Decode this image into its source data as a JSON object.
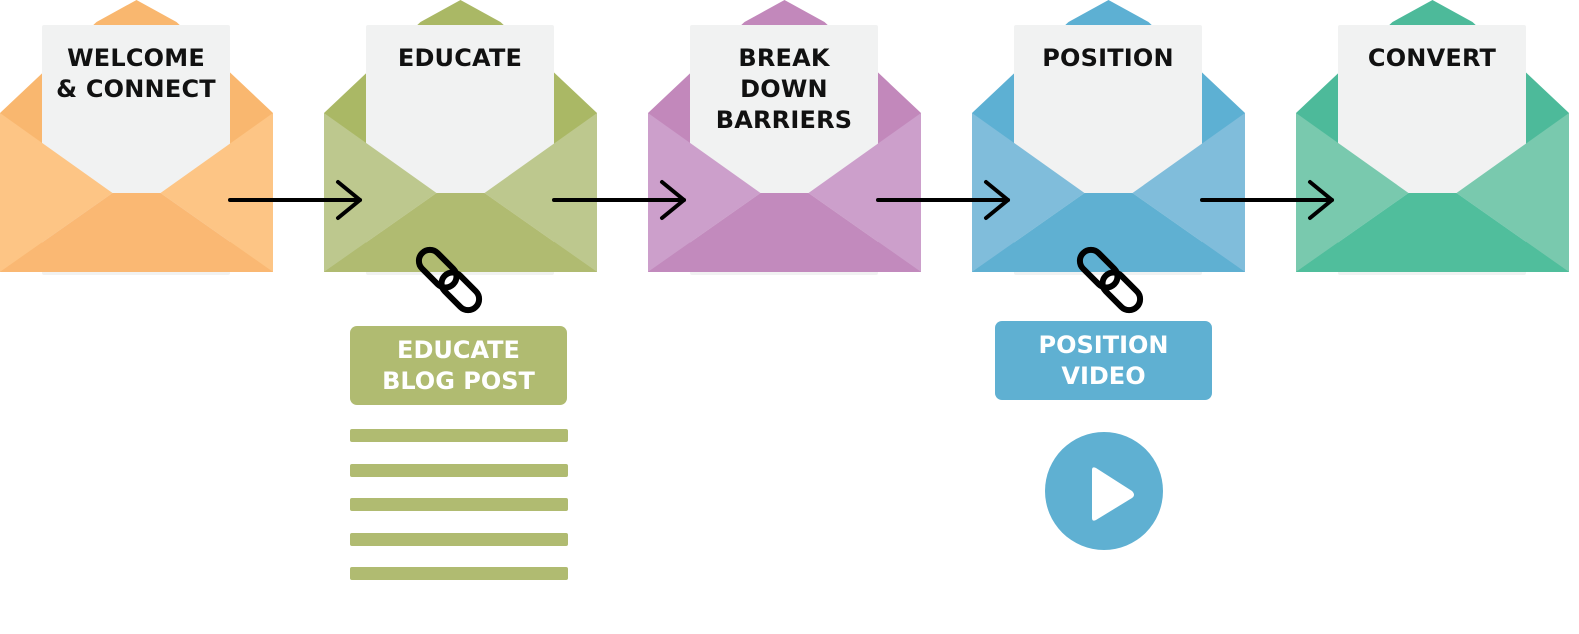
{
  "steps": [
    {
      "id": "welcome",
      "label": "WELCOME\n& CONNECT",
      "colors": {
        "back": "#f9b76f",
        "side": "#fdc585",
        "bottom": "#fab873"
      }
    },
    {
      "id": "educate",
      "label": "EDUCATE",
      "colors": {
        "back": "#aab865",
        "side": "#bdc88e",
        "bottom": "#b0bb71"
      }
    },
    {
      "id": "barriers",
      "label": "BREAK\nDOWN\nBARRIERS",
      "colors": {
        "back": "#c288bb",
        "side": "#cc9fcb",
        "bottom": "#c28abd"
      }
    },
    {
      "id": "position",
      "label": "POSITION",
      "colors": {
        "back": "#5db0d3",
        "side": "#80bddb",
        "bottom": "#5fb0d2"
      }
    },
    {
      "id": "convert",
      "label": "CONVERT",
      "colors": {
        "back": "#4dba9a",
        "side": "#79c9ae",
        "bottom": "#50be9c"
      }
    }
  ],
  "letter_color": "#f1f2f2",
  "arrow_color": "#000000",
  "link_icon": "chain-link-icon",
  "callouts": {
    "educate": {
      "label": "EDUCATE\nBLOG POST",
      "color": "#b0bb71",
      "line_count": 5
    },
    "position": {
      "label": "POSITION\nVIDEO",
      "color": "#5fb0d2",
      "icon": "play-icon"
    }
  }
}
